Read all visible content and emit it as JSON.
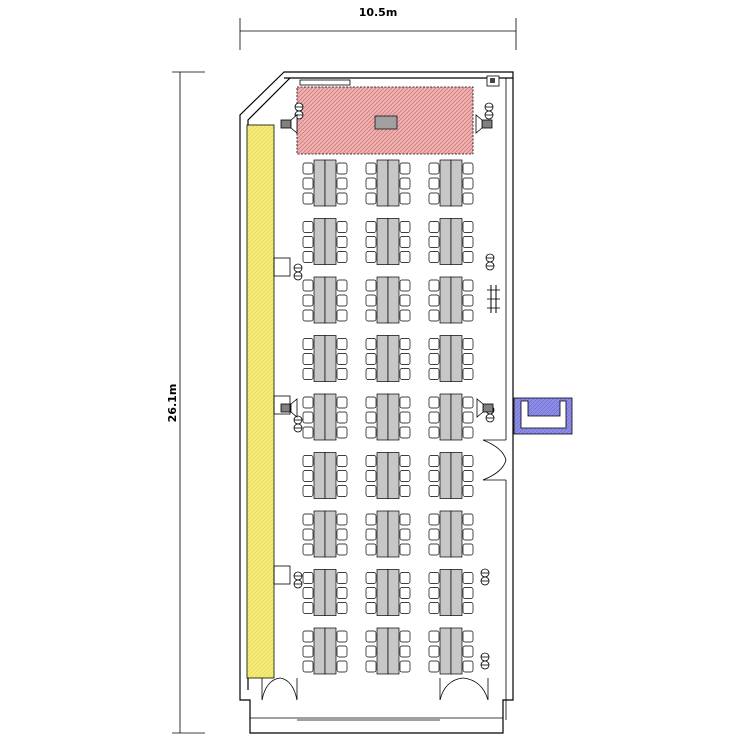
{
  "dimensions": {
    "width_label": "10.5m",
    "height_label": "26.1m"
  },
  "areas": {
    "stage_color": "#e8a6a6",
    "window_wall_color": "#f3ea7a",
    "exterior_unit_color": "#8c8ce6"
  },
  "seating": {
    "rows": 9,
    "columns": 3,
    "tables_per_block": 2,
    "chairs_per_side": 3
  },
  "icons": [
    "speaker-icon",
    "wall-outlet-icon",
    "door-swing-icon",
    "projector-icon",
    "ladder-icon"
  ]
}
